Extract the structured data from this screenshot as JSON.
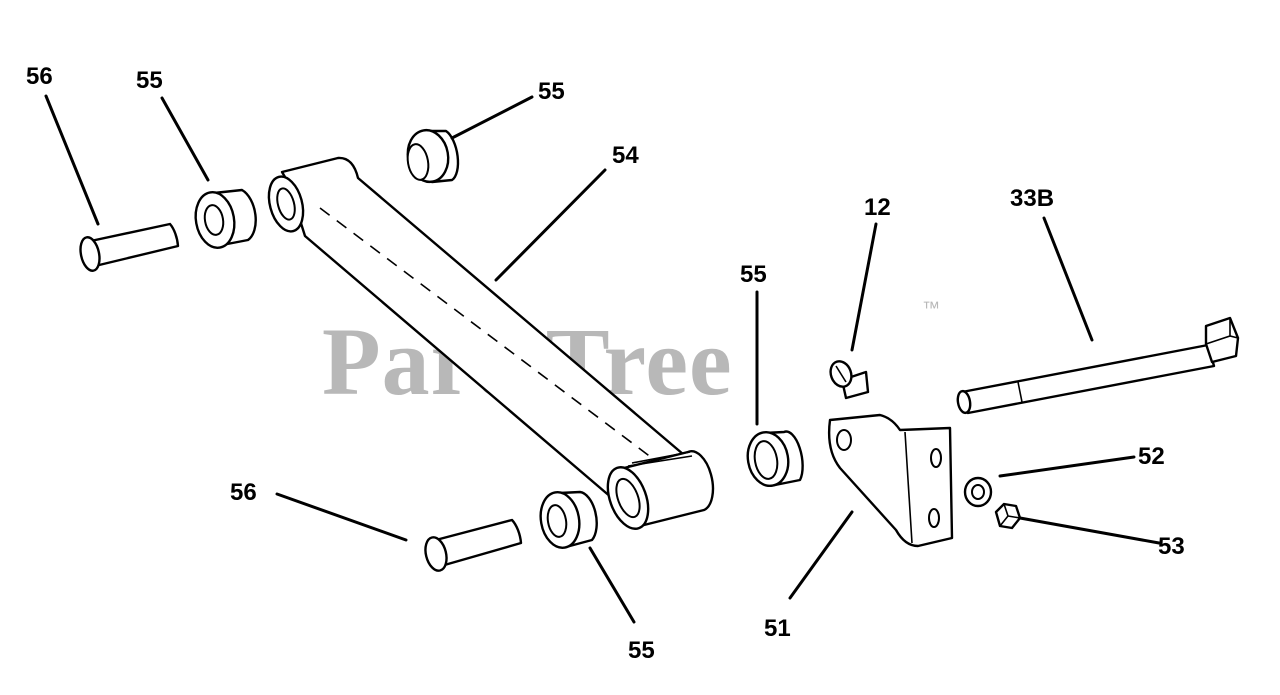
{
  "watermark": {
    "text": "PartsTree",
    "trademark": "™"
  },
  "callouts": {
    "c56_top": "56",
    "c55_top_left": "55",
    "c55_top_right": "55",
    "c54": "54",
    "c12": "12",
    "c33b": "33B",
    "c55_mid": "55",
    "c52": "52",
    "c56_bottom": "56",
    "c53": "53",
    "c51": "51",
    "c55_bottom": "55"
  },
  "colors": {
    "line": "#000000",
    "background": "#ffffff",
    "watermark": "#b8b8b8"
  }
}
